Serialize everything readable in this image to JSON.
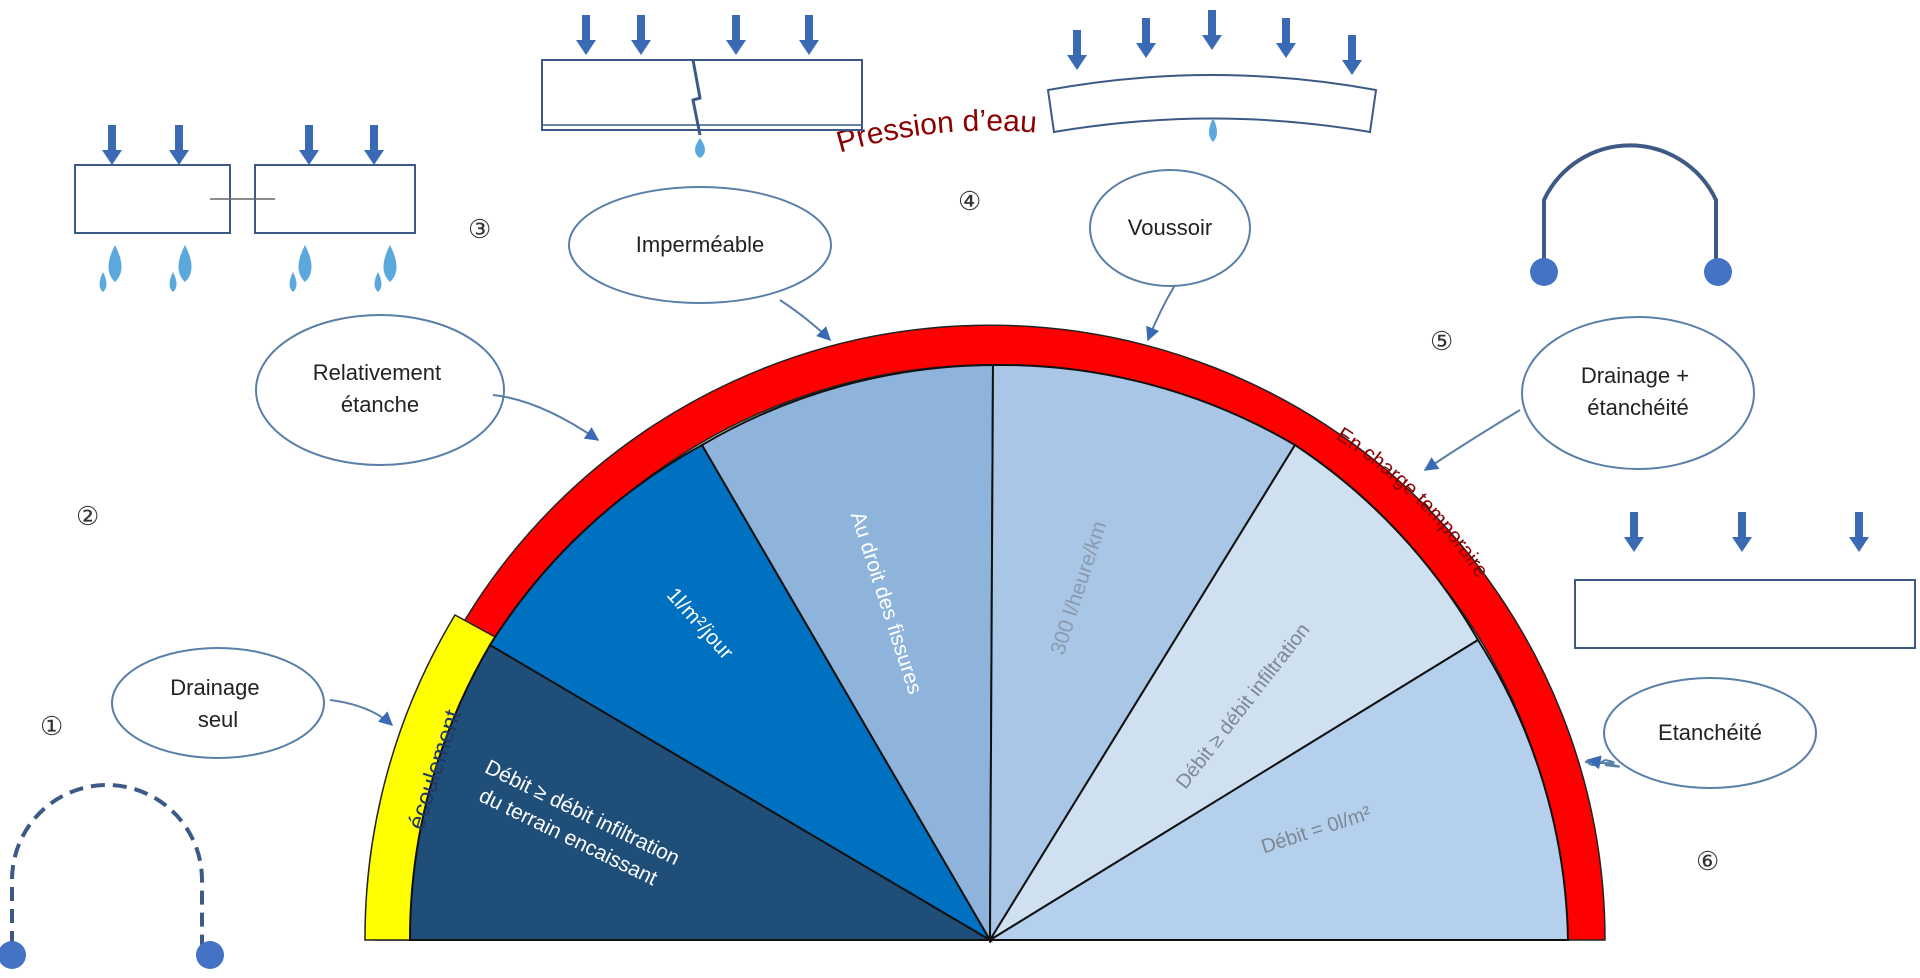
{
  "diagram": {
    "numbers": {
      "n1": "①",
      "n2": "②",
      "n3": "③",
      "n4": "④",
      "n5": "⑤",
      "n6": "⑥"
    },
    "bubbles": {
      "drainage_seul_line1": "Drainage",
      "drainage_seul_line2": "seul",
      "relativement_line1": "Relativement",
      "relativement_line2": "étanche",
      "impermeable": "Imperméable",
      "voussoir": "Voussoir",
      "drainage_etancheite_line1": "Drainage +",
      "drainage_etancheite_line2": "étanchéité",
      "etancheite": "Etanchéité"
    },
    "ring": {
      "yellow_label": "écoulement",
      "red_top_label": "Pression d’eau",
      "red_right_label": "En charge temporaire"
    },
    "sectors": {
      "s1_line1": "Débit  ≥  débit  infiltration",
      "s1_line2": "du terrain encaissant",
      "s2": "1l/m²/jour",
      "s3": "Au droit des fissures",
      "s4": "300 l/heure/km",
      "s5": "Débit ≥ débit infiltration",
      "s6": "Débit = 0l/m²"
    },
    "colors": {
      "sector1": "#1f4e79",
      "sector2": "#0070c0",
      "sector3": "#8fb4dc",
      "sector4": "#a9c6e6",
      "sector5": "#cfe0f1",
      "sector6": "#b5d0ec",
      "ring_red": "#ff0000",
      "ring_yellow": "#ffff00",
      "arrow_blue": "#3a6ab3",
      "drop_blue": "#5ba9dc",
      "circle_blue": "#4472c4"
    }
  }
}
